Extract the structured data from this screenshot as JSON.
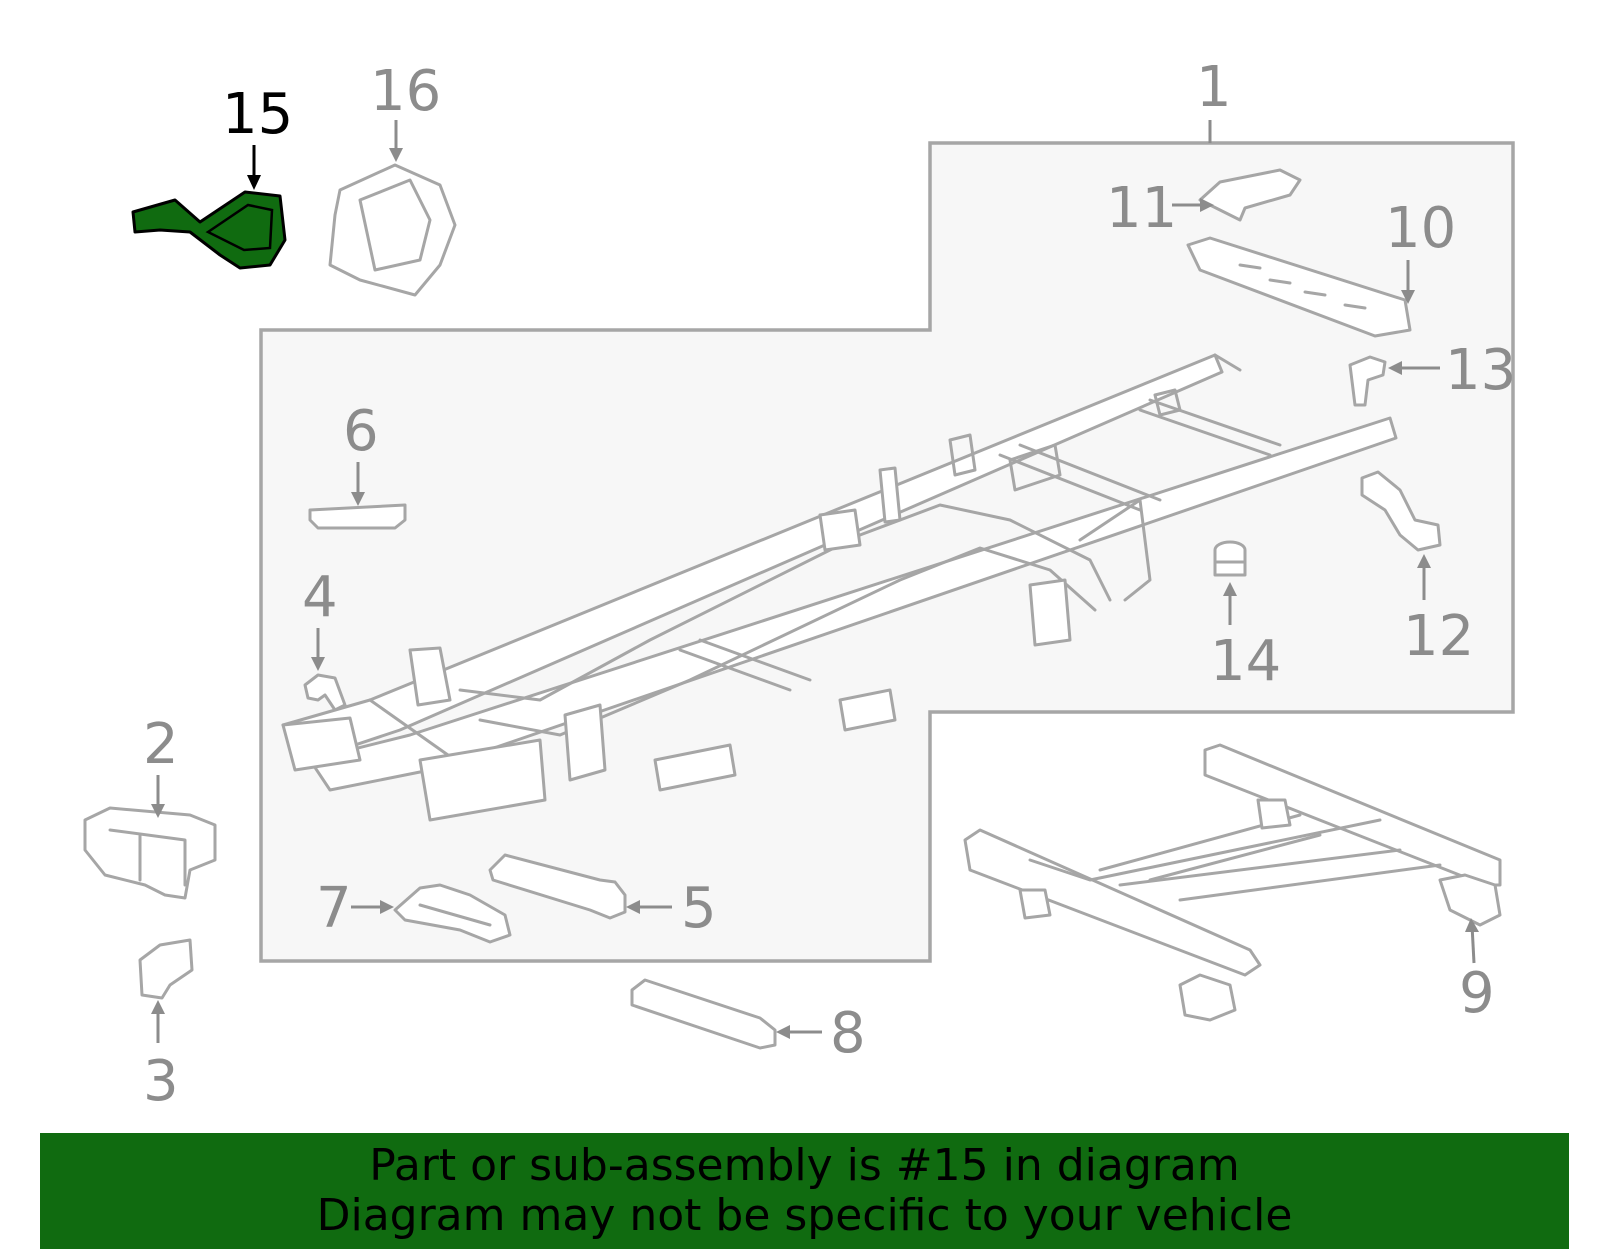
{
  "callouts": {
    "c1": "1",
    "c2": "2",
    "c3": "3",
    "c4": "4",
    "c5": "5",
    "c6": "6",
    "c7": "7",
    "c8": "8",
    "c9": "9",
    "c10": "10",
    "c11": "11",
    "c12": "12",
    "c13": "13",
    "c14": "14",
    "c15": "15",
    "c16": "16"
  },
  "highlight": {
    "part_number": "15",
    "color": "#106b10",
    "label_color": "#000000"
  },
  "colors": {
    "outline": "#a6a6a6",
    "callout": "#8c8c8c",
    "group_fill": "#f7f7f7",
    "banner": "#106b10"
  },
  "banner": {
    "line1": "Part or sub-assembly is #15 in diagram",
    "line2": "Diagram may not be specific to your vehicle"
  }
}
